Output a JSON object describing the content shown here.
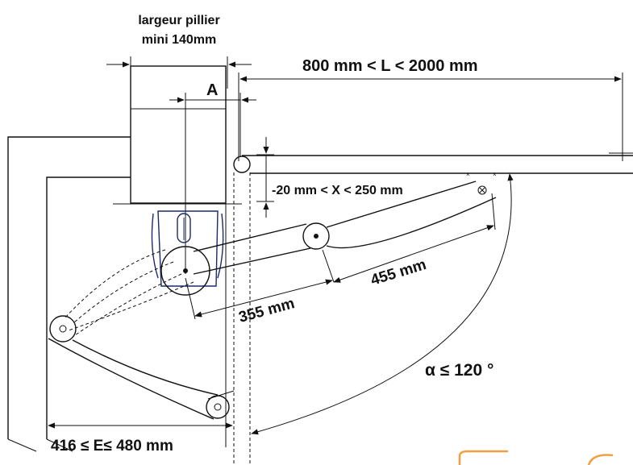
{
  "labels": {
    "pillar_width_line1": "largeur pillier",
    "pillar_width_line2": "mini 140mm",
    "gate_length": "800 mm < L < 2000 mm",
    "offset_a": "A",
    "offset_x": "-20 mm < X < 250 mm",
    "arm_long": "455 mm",
    "arm_short": "355 mm",
    "opening_angle": "α ≤ 120 °",
    "offset_e": "416 ≤ E≤ 480 mm"
  },
  "colors": {
    "line": "#111111",
    "motor": "#1a2a6a",
    "accent": "#f0a040"
  }
}
